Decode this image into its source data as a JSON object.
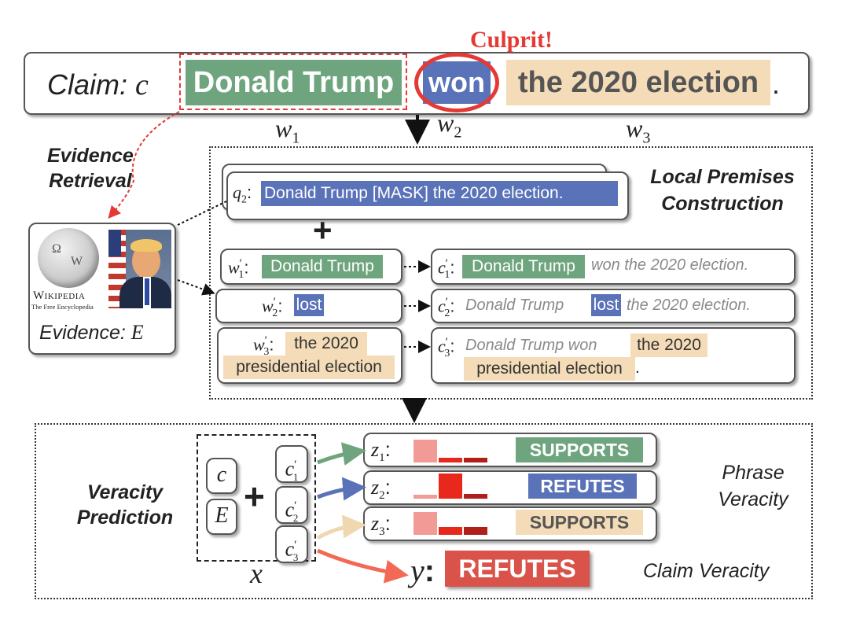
{
  "claim": {
    "label": "Claim:",
    "var": "c",
    "w1_text": "Donald Trump",
    "w2_text": "won",
    "w3_text": "the 2020 election",
    "period": ".",
    "w1": "w",
    "w1_sub": "1",
    "w2": "w",
    "w2_sub": "2",
    "w3": "w",
    "w3_sub": "3",
    "culprit": "Culprit!"
  },
  "evidence": {
    "retrieval_line1": "Evidence",
    "retrieval_line2": "Retrieval",
    "wiki_title": "Wikipedia",
    "wiki_sub": "The Free Encyclopedia",
    "label": "Evidence:",
    "var": "E"
  },
  "local_premises": {
    "title_line1": "Local Premises",
    "title_line2": "Construction",
    "query_var": "q",
    "query_sub": "2",
    "query_text": "Donald Trump [MASK] the 2020 election.",
    "plus": "+",
    "w_rows": [
      {
        "var": "w",
        "sub": "1",
        "text": "Donald Trump"
      },
      {
        "var": "w",
        "sub": "2",
        "text": "lost"
      },
      {
        "var": "w",
        "sub": "3",
        "text_line1": "the 2020",
        "text_line2": "presidential election"
      }
    ],
    "c_rows": [
      {
        "var": "c",
        "sub": "1",
        "highlight": "Donald Trump",
        "rest": "won the 2020 election."
      },
      {
        "var": "c",
        "sub": "2",
        "before": "Donald Trump",
        "highlight": "lost",
        "after": "the 2020 election."
      },
      {
        "var": "c",
        "sub": "3",
        "before": "Donald Trump won",
        "highlight_line1": "the 2020",
        "highlight_line2": "presidential election",
        "after": "."
      }
    ]
  },
  "veracity": {
    "title_line1": "Veracity",
    "title_line2": "Prediction",
    "input_c": "c",
    "input_e": "E",
    "plus": "+",
    "x_label": "x",
    "premise_vars": [
      {
        "var": "c",
        "sub": "1"
      },
      {
        "var": "c",
        "sub": "2"
      },
      {
        "var": "c",
        "sub": "3"
      }
    ],
    "z_rows": [
      {
        "var": "z",
        "sub": "1",
        "label": "SUPPORTS",
        "probs": [
          0.9,
          0.2,
          0.2
        ]
      },
      {
        "var": "z",
        "sub": "2",
        "label": "REFUTES",
        "probs": [
          0.15,
          1.0,
          0.2
        ]
      },
      {
        "var": "z",
        "sub": "3",
        "label": "SUPPORTS",
        "probs": [
          0.9,
          0.3,
          0.3
        ]
      }
    ],
    "phrase_line1": "Phrase",
    "phrase_line2": "Veracity",
    "y_var": "y",
    "y_colon": ":",
    "y_label": "REFUTES",
    "claim_veracity": "Claim Veracity"
  },
  "colors": {
    "green": "#6fa57e",
    "blue": "#5a72b8",
    "tan": "#f4dcb8",
    "red": "#e53935",
    "bar_light": "#f29a96",
    "bar_mid": "#e8281d",
    "bar_dark": "#b0201a",
    "refutes_bg": "#d9534a"
  }
}
